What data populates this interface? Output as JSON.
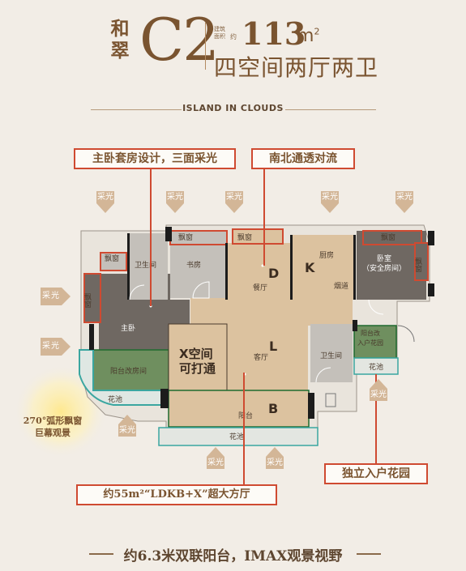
{
  "header": {
    "title_line1": "和",
    "title_line2": "翠",
    "model": "C2",
    "area_tag": "建筑面积",
    "area_prefix": "约",
    "area_value": "113",
    "area_unit": "m",
    "area_unit_sup": "2",
    "layout": "四空间两厅两卫",
    "tagline": "ISLAND IN CLOUDS"
  },
  "callouts": {
    "master_suite": "主卧套房设计，三面采光",
    "ventilation": "南北通透对流",
    "entry_garden": "独立入户花园",
    "hall": "约55m²“LDKB+X”超大方厅"
  },
  "sunlight_label": "采光",
  "rooms": {
    "bay_window": "飘窗",
    "bathroom_1": "卫生间",
    "study": "书房",
    "kitchen": "厨房",
    "bedroom": "卧室",
    "bedroom_sub": "（安全房间）",
    "master_bedroom": "主卧",
    "dining": "餐厅",
    "flue": "烟道",
    "living": "客厅",
    "x_space_1": "X空间",
    "x_space_2": "可打通",
    "bathroom_2": "卫生间",
    "balcony_garden_1": "阳台改",
    "balcony_garden_2": "入户花园",
    "planter": "花池",
    "balcony_room": "阳台改房间",
    "balcony": "阳台",
    "letter_d": "D",
    "letter_k": "K",
    "letter_l": "L",
    "letter_b": "B"
  },
  "note": {
    "line1": "270°弧形飘窗",
    "line2": "巨幕观景"
  },
  "footer": "约6.3米双联阳台，IMAX观景视野",
  "colors": {
    "accent_red": "#cf4a31",
    "brown_text": "#7a5430",
    "room_gray": "#c4c0ba",
    "room_tan": "#dcc29f",
    "room_dark": "#6f6862",
    "teal": "#3aa6a0",
    "wall": "#1c1c1c",
    "sun_tag": "#d3b697"
  }
}
